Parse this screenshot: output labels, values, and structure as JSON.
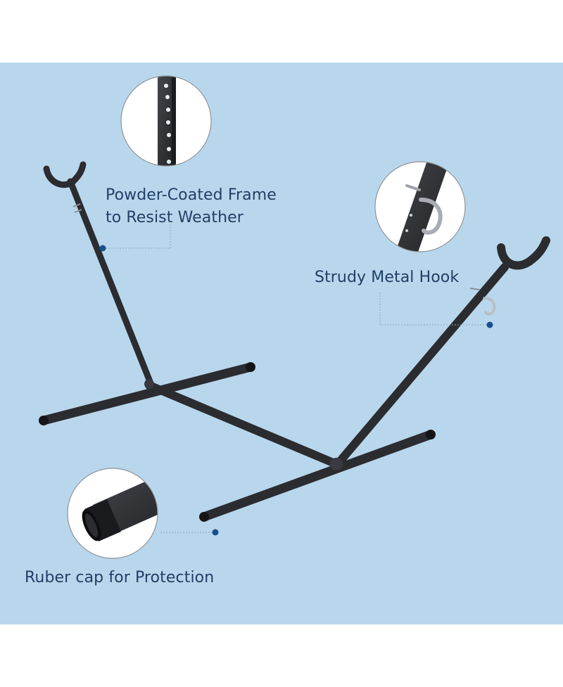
{
  "callouts": {
    "frame": {
      "line1": "Powder-Coated Frame",
      "line2": "to Resist Weather"
    },
    "hook": {
      "text": "Strudy Metal Hook"
    },
    "cap": {
      "text": "Ruber cap for Protection"
    }
  },
  "colors": {
    "panel_background": "#b9d7ec",
    "frame_metal": "#2b2c30",
    "label_text": "#1f3f66",
    "leader_dot": "#1a4e8c"
  },
  "icons": [
    "hammock-stand",
    "zoom-frame-holes",
    "zoom-metal-hook",
    "zoom-rubber-cap"
  ]
}
